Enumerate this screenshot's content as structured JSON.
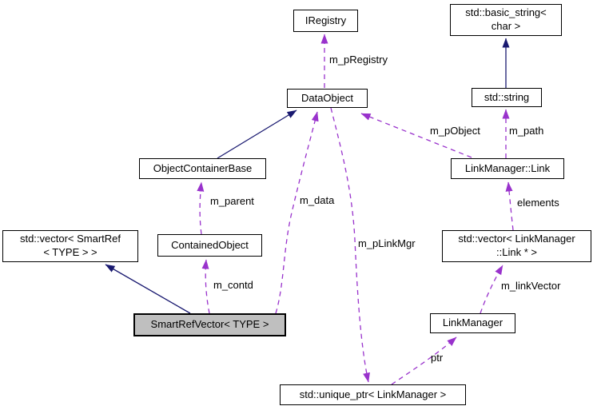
{
  "diagram": {
    "title": "SmartRefVector collaboration diagram",
    "nodes": {
      "iregistry": {
        "label": "IRegistry"
      },
      "basic_string": {
        "label": "std::basic_string<\nchar >"
      },
      "dataobject": {
        "label": "DataObject"
      },
      "std_string": {
        "label": "std::string"
      },
      "objectcontainerbase": {
        "label": "ObjectContainerBase"
      },
      "linkmanager_link": {
        "label": "LinkManager::Link"
      },
      "vector_smartref": {
        "label": "std::vector< SmartRef\n< TYPE > >"
      },
      "containedobject": {
        "label": "ContainedObject"
      },
      "vector_link": {
        "label": "std::vector< LinkManager\n::Link * >"
      },
      "smartrefvector": {
        "label": "SmartRefVector< TYPE >"
      },
      "linkmanager": {
        "label": "LinkManager"
      },
      "unique_ptr": {
        "label": "std::unique_ptr< LinkManager >"
      }
    },
    "edge_labels": {
      "m_pRegistry": "m_pRegistry",
      "m_pObject": "m_pObject",
      "m_path": "m_path",
      "m_parent": "m_parent",
      "m_data": "m_data",
      "m_pLinkMgr": "m_pLinkMgr",
      "elements": "elements",
      "m_linkVector": "m_linkVector",
      "m_contd": "m_contd",
      "ptr": "ptr"
    },
    "colors": {
      "inheritance_edge": "#191970",
      "usage_edge": "#9932CC",
      "node_border": "#000000",
      "node_fill": "#FFFFFF",
      "selected_node_fill": "#BFBFBF",
      "background": "#FFFFFF",
      "text": "#000000"
    }
  }
}
